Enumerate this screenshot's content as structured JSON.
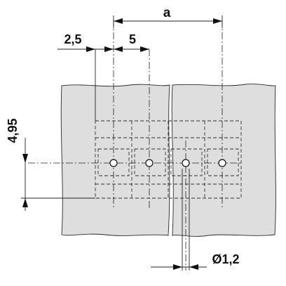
{
  "drawing": {
    "dimensions": {
      "pitch_total": "a",
      "offset": "2,5",
      "pitch": "5",
      "row_offset": "4,95",
      "hole_diameter": "Ø1,2"
    },
    "line_color": "#222222",
    "panel_fill": "#dedede",
    "background": "#ffffff"
  }
}
